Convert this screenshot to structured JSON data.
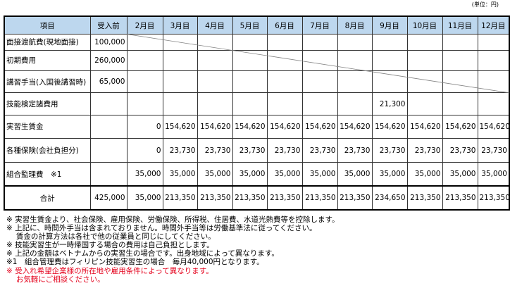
{
  "unit_note": "(単位：円)",
  "table": {
    "headers": [
      "項目",
      "受入前",
      "2月目",
      "3月目",
      "4月目",
      "5月目",
      "6月目",
      "7月目",
      "8月目",
      "9月目",
      "10月目",
      "11月目",
      "12月目"
    ],
    "rows": [
      {
        "label": "面接渡航費(現地面接)",
        "values": [
          "100,000",
          "",
          "",
          "",
          "",
          "",
          "",
          "",
          "",
          "",
          "",
          ""
        ]
      },
      {
        "label": "初期費用",
        "values": [
          "260,000",
          "",
          "",
          "",
          "",
          "",
          "",
          "",
          "",
          "",
          "",
          ""
        ]
      },
      {
        "label": "講習手当(入国後講習時)",
        "values": [
          "65,000",
          "",
          "",
          "",
          "",
          "",
          "",
          "",
          "",
          "",
          "",
          ""
        ]
      },
      {
        "label": "技能検定諸費用",
        "values": [
          "",
          "",
          "",
          "",
          "",
          "",
          "",
          "",
          "21,300",
          "",
          "",
          ""
        ]
      },
      {
        "label": "実習生賃金",
        "values": [
          "",
          "0",
          "154,620",
          "154,620",
          "154,620",
          "154,620",
          "154,620",
          "154,620",
          "154,620",
          "154,620",
          "154,620",
          "154,620"
        ]
      },
      {
        "label": "各種保険(会社負担分)",
        "values": [
          "",
          "0",
          "23,730",
          "23,730",
          "23,730",
          "23,730",
          "23,730",
          "23,730",
          "23,730",
          "23,730",
          "23,730",
          "23,730"
        ]
      },
      {
        "label": "組合監理費　※1",
        "values": [
          "",
          "35,000",
          "35,000",
          "35,000",
          "35,000",
          "35,000",
          "35,000",
          "35,000",
          "35,000",
          "35,000",
          "35,000",
          "35,000"
        ]
      }
    ],
    "total": {
      "label": "合計",
      "values": [
        "425,000",
        "35,000",
        "213,350",
        "213,350",
        "213,350",
        "213,350",
        "213,350",
        "213,350",
        "234,650",
        "213,350",
        "213,350",
        "213,350"
      ]
    }
  },
  "notes": [
    {
      "text": "※ 実習生賃金より、社会保険、雇用保険、労働保険、所得税、住居費、水道光熱費等を控除します。",
      "red": false
    },
    {
      "text": "※ 上記に、時間外手当は含まれておりません。時間外手当等は労働基準法に従ってください。",
      "red": false
    },
    {
      "text": "　 賃金の計算方法は各社で他の従業員と同じにしてください。",
      "red": false
    },
    {
      "text": "※ 技能実習生が一時帰国する場合の費用は自己負担とします。",
      "red": false
    },
    {
      "text": "※ 上記の金額はベトナムからの実習生の場合です。出身地域によって異なります。",
      "red": false
    },
    {
      "text": "※1　組合管理費はフィリピン技能実習生の場合　毎月40,000円となります。",
      "red": false
    },
    {
      "text": "※ 受入れ希望企業様の所在地や雇用条件によって異なります。",
      "red": true
    },
    {
      "text": "　 お気軽にご相談ください。",
      "red": true
    }
  ],
  "colors": {
    "header_bg": "#bdd7ee",
    "note_red": "#e4001b"
  }
}
